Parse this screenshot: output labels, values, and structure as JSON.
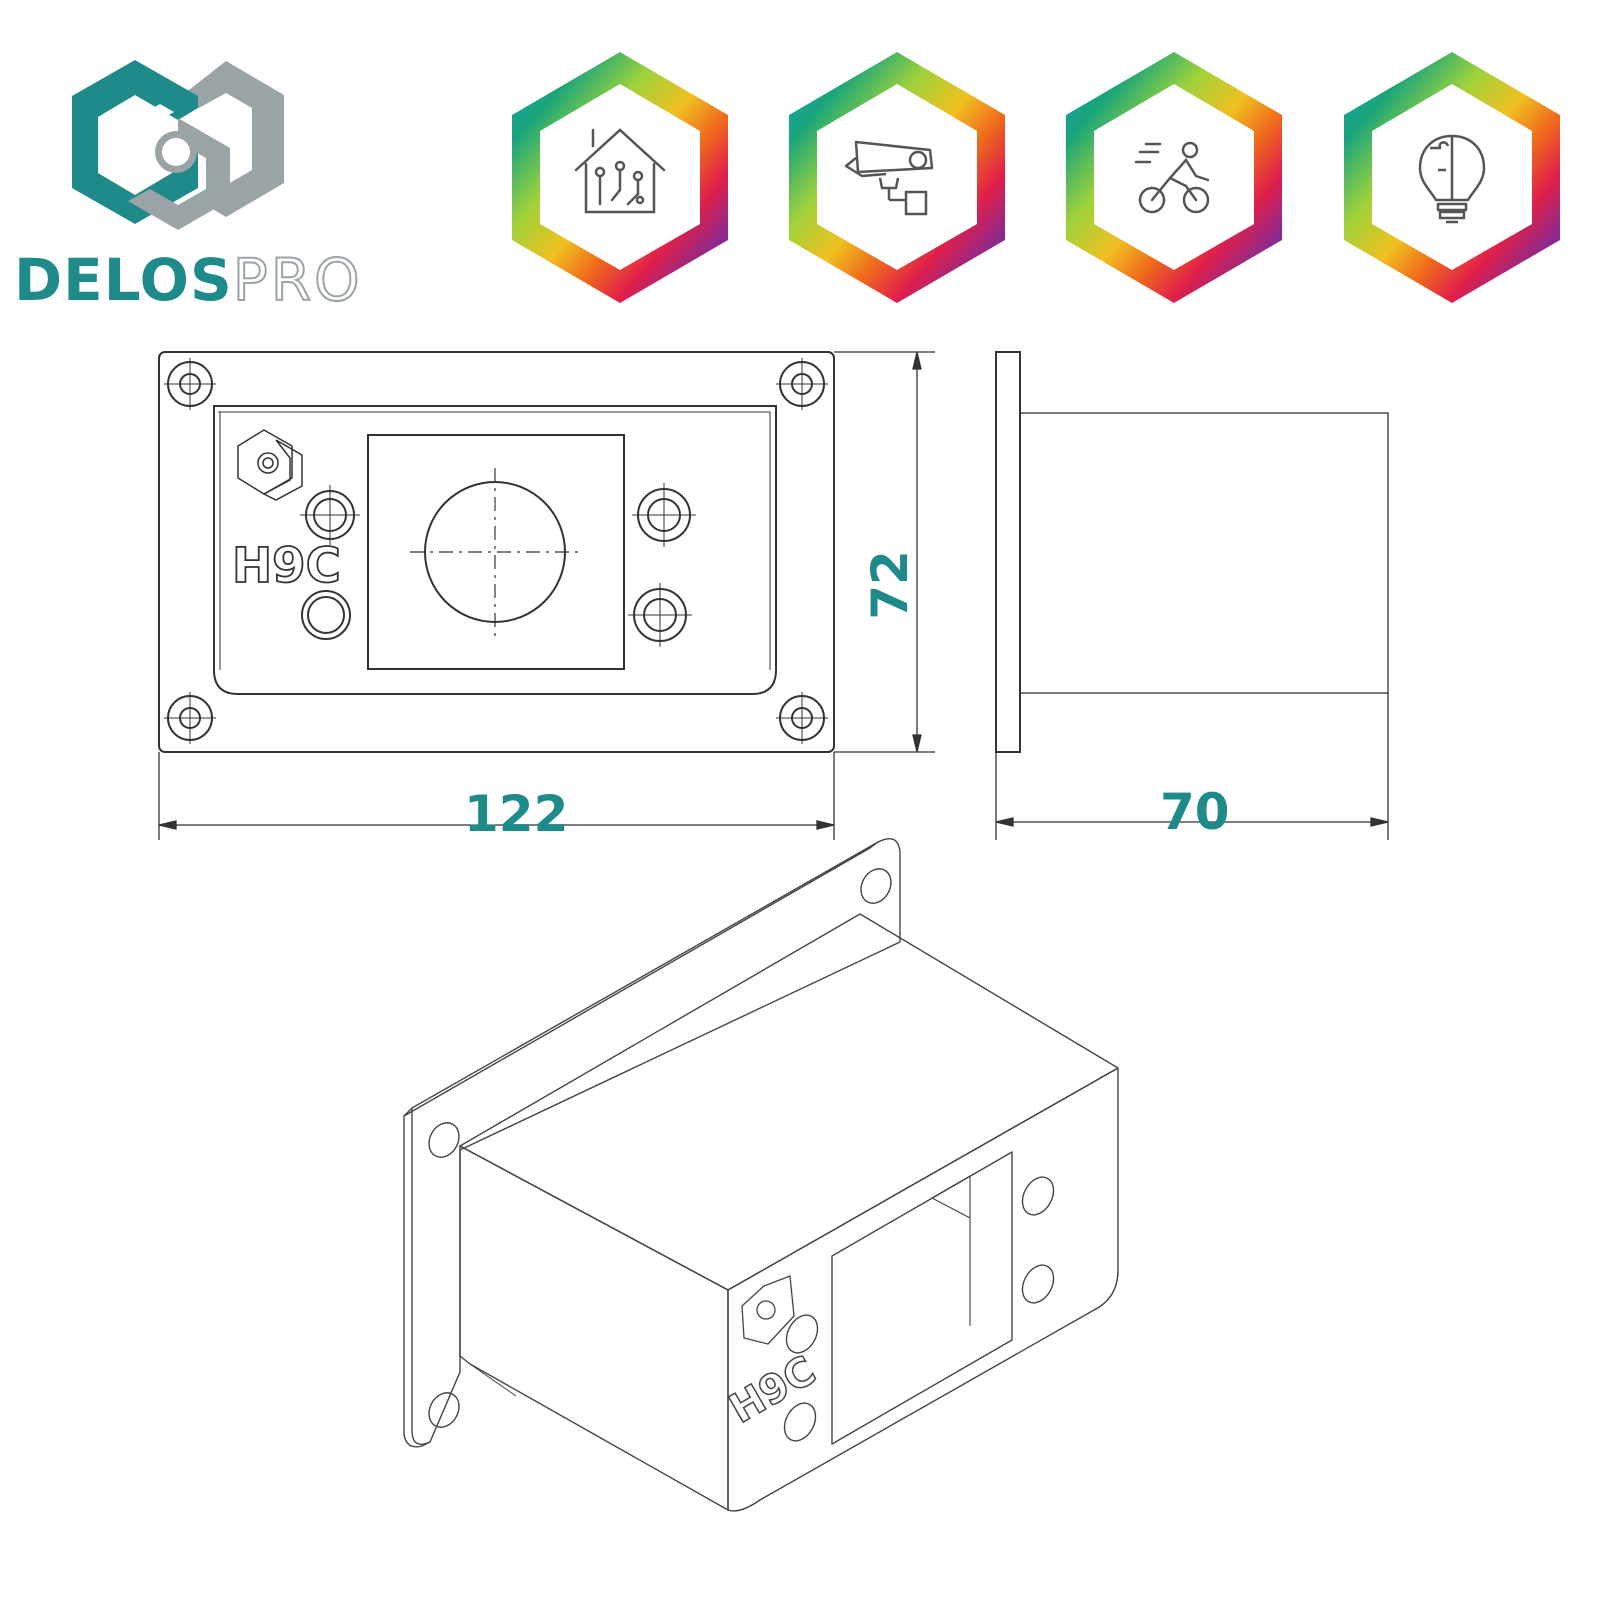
{
  "brand": {
    "name_primary": "DELOS",
    "name_secondary": "PRO",
    "teal": "#1f8a8a",
    "gray": "#9aa3a6"
  },
  "feature_icons": [
    {
      "name": "smart-home-icon"
    },
    {
      "name": "security-camera-icon"
    },
    {
      "name": "cyclist-icon"
    },
    {
      "name": "idea-bulb-puzzle-icon"
    }
  ],
  "drawing": {
    "model": "H9C",
    "dimensions": {
      "width": "122",
      "height": "72",
      "depth": "70"
    },
    "line_color": "#333333"
  }
}
